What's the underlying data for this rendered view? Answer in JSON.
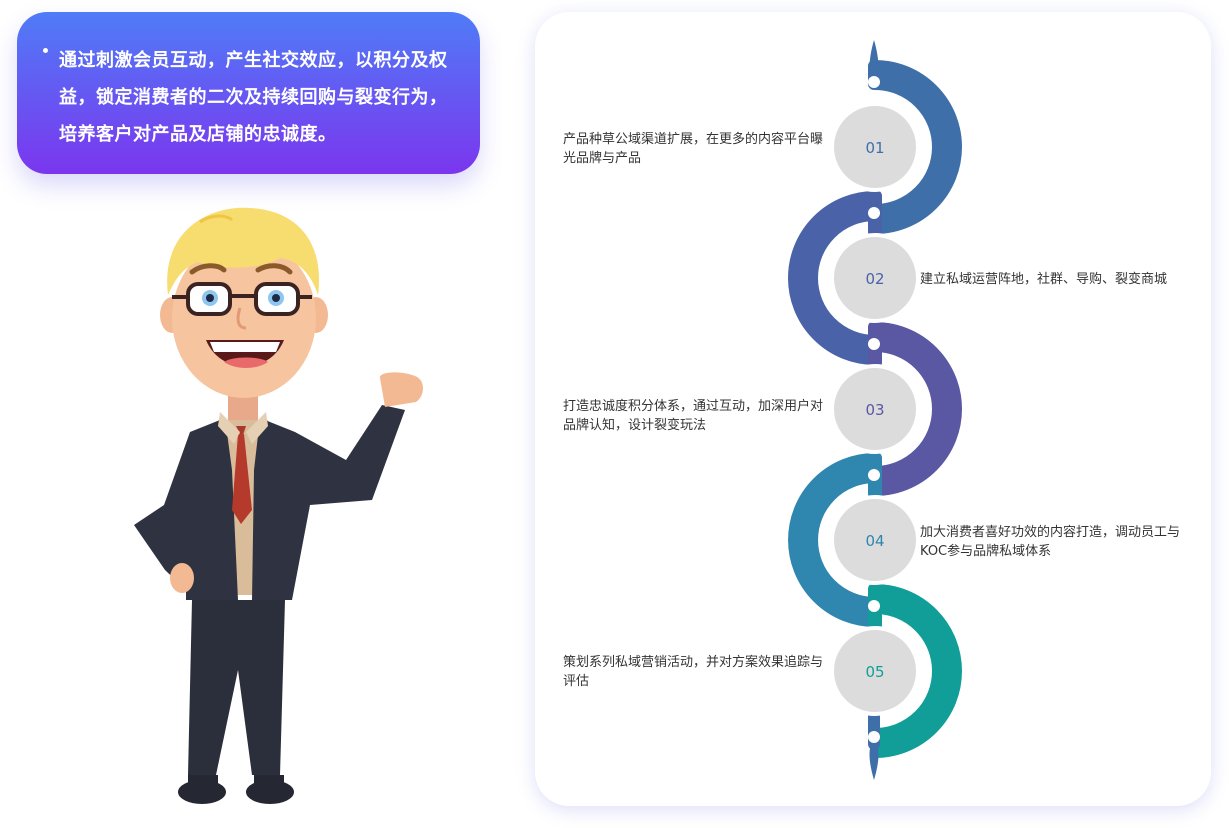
{
  "callout": {
    "text": "通过刺激会员互动，产生社交效应，以积分及权益，锁定消费者的二次及持续回购与裂变行为，培养客户对产品及店铺的忠诚度。"
  },
  "steps": [
    {
      "number": "01",
      "text": "产品种草公域渠道扩展，在更多的内容平台曝光品牌与产品",
      "side": "left",
      "color": "#3f6fa9"
    },
    {
      "number": "02",
      "text": "建立私域运营阵地，社群、导购、裂变商城",
      "side": "right",
      "color": "#4a63a8"
    },
    {
      "number": "03",
      "text": "打造忠诚度积分体系，通过互动，加深用户对品牌认知，设计裂变玩法",
      "side": "left",
      "color": "#5a57a3"
    },
    {
      "number": "04",
      "text": "加大消费者喜好功效的内容打造，调动员工与KOC参与品牌私域体系",
      "side": "right",
      "color": "#2f86ae"
    },
    {
      "number": "05",
      "text": "策划系列私域营销活动，并对方案效果追踪与评估",
      "side": "left",
      "color": "#129e98"
    }
  ],
  "colors": {
    "callout_top": "#4f7cf7",
    "callout_bottom": "#7b36ee",
    "circle_fill": "#dcdcdc"
  },
  "icons": [
    "businessman-illustration"
  ]
}
